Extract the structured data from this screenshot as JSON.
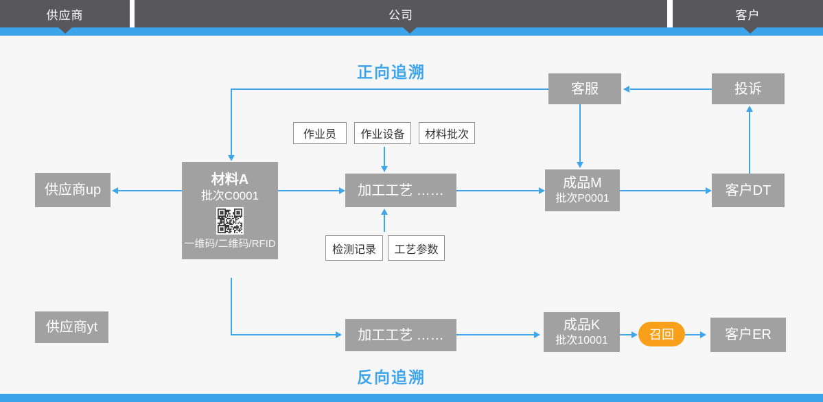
{
  "header": {
    "segments": [
      {
        "label": "供应商"
      },
      {
        "label": "公司"
      },
      {
        "label": "客户"
      }
    ]
  },
  "titles": {
    "forward": "正向追溯",
    "backward": "反向追溯"
  },
  "nodes": {
    "customer_service": {
      "label": "客服"
    },
    "complaint": {
      "label": "投诉"
    },
    "supplier_up": {
      "label": "供应商up"
    },
    "material_a": {
      "title": "材料A",
      "batch": "批次C0001",
      "codes": "一维码/二维码/RFID"
    },
    "process_forward": {
      "label": "加工工艺 ……"
    },
    "product_m": {
      "title": "成品M",
      "batch": "批次P0001"
    },
    "customer_dt": {
      "label": "客户DT"
    },
    "supplier_yt": {
      "label": "供应商yt"
    },
    "process_backward": {
      "label": "加工工艺 ……"
    },
    "product_k": {
      "title": "成品K",
      "batch": "批次10001"
    },
    "recall": {
      "label": "召回"
    },
    "customer_er": {
      "label": "客户ER"
    }
  },
  "tags": {
    "operator": "作业员",
    "equipment": "作业设备",
    "material_batch": "材料批次",
    "inspection_record": "检测记录",
    "process_params": "工艺参数"
  },
  "icons": {
    "qr": "qr-code-icon"
  },
  "colors": {
    "accent_blue": "#3fa5eb",
    "header_dark": "#58585a",
    "node_gray": "#a1a1a1",
    "recall_orange": "#f9a01b",
    "background": "#f7f7f8"
  }
}
